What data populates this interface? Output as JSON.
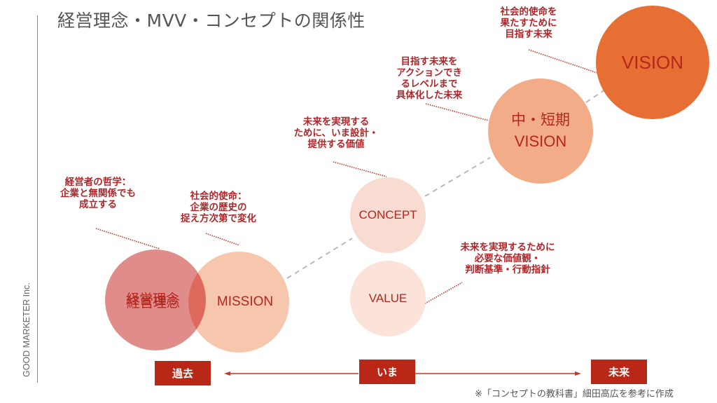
{
  "title": "経営理念・MVV・コンセプトの関係性",
  "brand": "GOOD MARKETER Inc.",
  "colors": {
    "philosophy_fill": "#e08c8a",
    "mission_fill": "#f6c7ad",
    "overlap_fill": "#de6a5e",
    "concept_fill": "#f9dcd1",
    "value_fill": "#fbe3da",
    "mid_vision_fill": "#f2ac88",
    "vision_fill": "#e86f34",
    "label_text": "#b5271c",
    "note_text": "#b0262a",
    "timeline_box": "#b92716",
    "connector": "#b8b8b8"
  },
  "circles": {
    "philosophy": "経営理念",
    "mission": "MISSION",
    "concept": "CONCEPT",
    "value": "VALUE",
    "mid_vision_line1": "中・短期",
    "mid_vision_line2": "VISION",
    "vision": "VISION"
  },
  "notes": {
    "philosophy": "経営者の哲学：\n企業と無関係でも\n成立する",
    "mission": "社会的使命：\n企業の歴史の\n捉え方次第で変化",
    "concept": "未来を実現する\nために、いま設計・\n提供する価値",
    "mid_vision": "目指す未来を\nアクションでき\nるレベルまで\n具体化した未来",
    "vision": "社会的使命を\n果たすために\n目指す未来",
    "value": "未来を実現するために\n必要な価値観・\n判断基準・行動指針"
  },
  "timeline": {
    "past": "過去",
    "now": "いま",
    "future": "未来"
  },
  "credit": "※「コンセプトの教科書」細田高広を参考に作成"
}
